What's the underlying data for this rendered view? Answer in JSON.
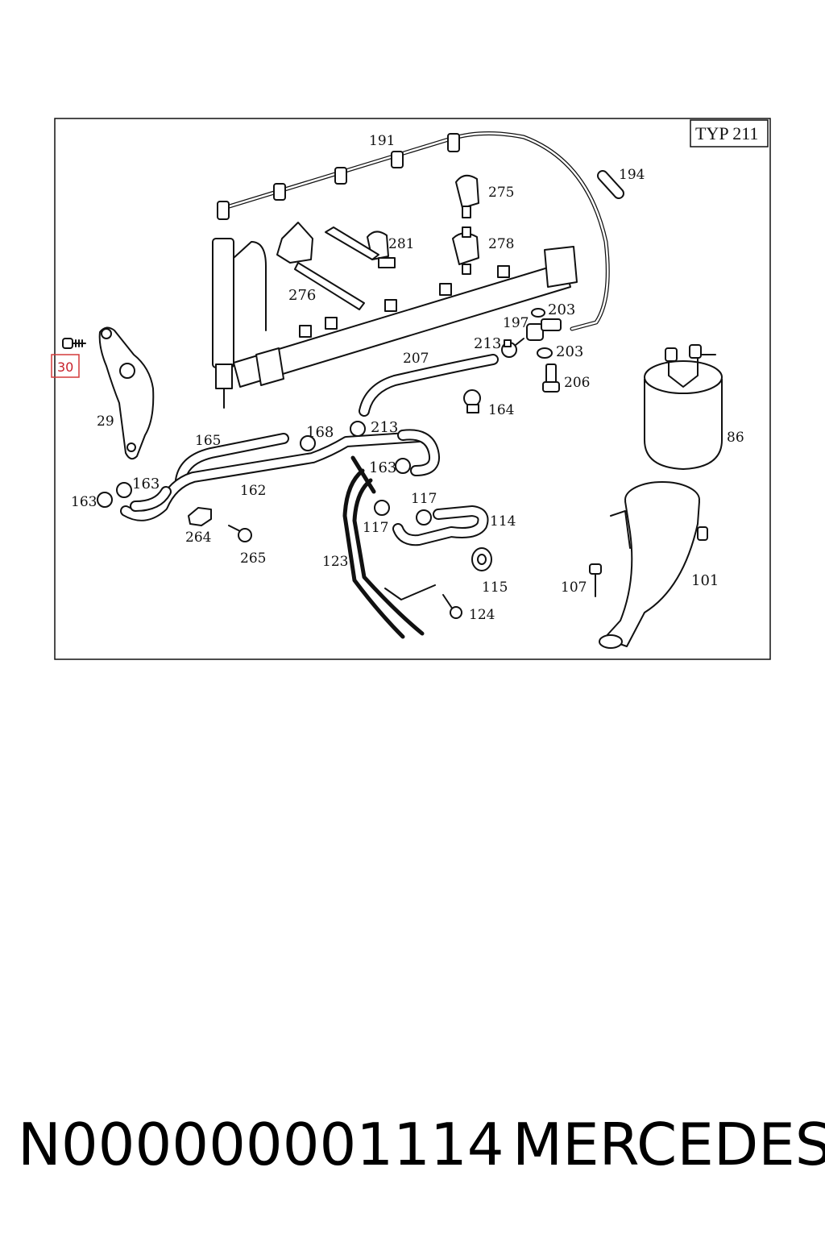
{
  "diagram": {
    "variant_label": "TYP 211",
    "highlighted_callout": "30",
    "callouts": {
      "c191": "191",
      "c194": "194",
      "c275": "275",
      "c281": "281",
      "c278": "278",
      "c276": "276",
      "c203a": "203",
      "c197": "197",
      "c203b": "203",
      "c213a": "213",
      "c207": "207",
      "c206": "206",
      "c164": "164",
      "c86": "86",
      "c29": "29",
      "c165": "165",
      "c168": "168",
      "c213b": "213",
      "c163a": "163",
      "c163b": "163",
      "c163c": "163",
      "c162": "162",
      "c117a": "117",
      "c117b": "117",
      "c114": "114",
      "c264": "264",
      "c265": "265",
      "c123": "123",
      "c115": "115",
      "c107": "107",
      "c101": "101",
      "c124": "124"
    }
  },
  "footer": {
    "part_number": "N000000001114",
    "brand": "MERCEDES"
  }
}
